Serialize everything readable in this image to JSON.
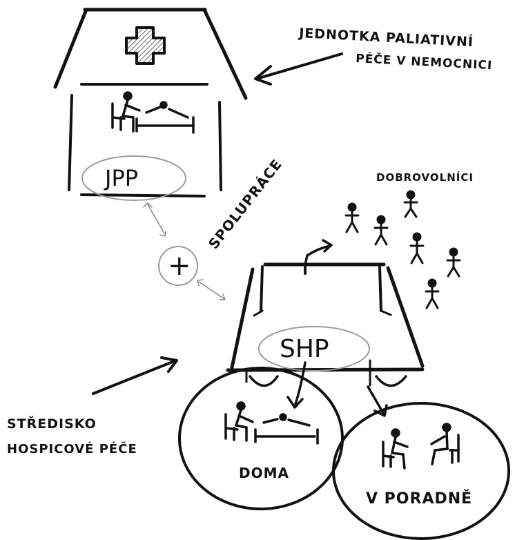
{
  "labels": {
    "hospital_line1": "JEDNOTKA PALIATIVNÍ",
    "hospital_line2": "PÉČE V NEMOCNICI",
    "jpp": "JPP",
    "spoluprace": "SPOLUPRÁCE",
    "plus": "+",
    "dobrovolnici": "DOBROVOLNÍCI",
    "shp": "SHP",
    "stredisko_line1": "STŘEDISKO",
    "stredisko_line2": "HOSPICOVÉ PÉČE",
    "doma": "DOMA",
    "v_poradne": "V PORADNĚ"
  },
  "colors": {
    "ink": "#111111",
    "ellipse": "#9a9a9a",
    "cross_fill": "#8a8a8a"
  },
  "icons": [
    "medical-cross-icon",
    "person-at-bed-icon",
    "volunteer-figure-icon",
    "two-people-talking-icon"
  ]
}
